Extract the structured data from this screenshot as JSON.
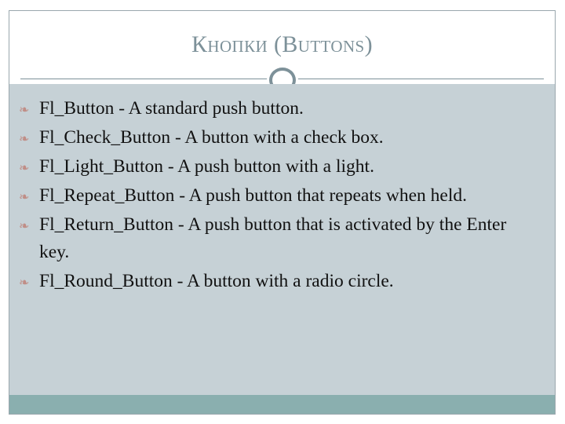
{
  "slide": {
    "title": "Кнопки (Buttons)",
    "accent_color": "#7d9199",
    "body_background": "#c6d1d6",
    "footer_color": "#8aafaf",
    "bullet_color": "#c08e87",
    "body_text_color": "#111111",
    "divider_ornament": "ring-circle",
    "bullet_glyph": "❧"
  },
  "body": {
    "items": [
      {
        "text": "Fl_Button - A standard push button."
      },
      {
        "text": "Fl_Check_Button - A button with a check box."
      },
      {
        "text": "Fl_Light_Button - A push button with a light."
      },
      {
        "text": "Fl_Repeat_Button - A push button that repeats when held."
      },
      {
        "text": "Fl_Return_Button - A push button that is activated by the Enter key."
      },
      {
        "text": "Fl_Round_Button - A button with a radio circle."
      }
    ]
  }
}
